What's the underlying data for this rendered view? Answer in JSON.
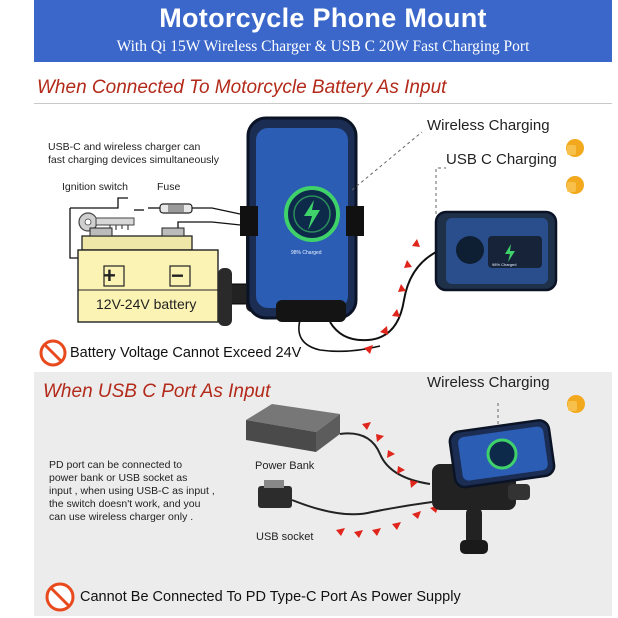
{
  "banner": {
    "title": "Motorcycle Phone Mount",
    "subtitle": "With Qi 15W Wireless Charger & USB C 20W Fast Charging Port",
    "bg_color": "#3a67c9"
  },
  "top_section": {
    "heading": "When Connected To Motorcycle Battery As Input",
    "note_line1": "USB-C and wireless charger can",
    "note_line2": "fast charging devices simultaneously",
    "ignition_label": "Ignition switch",
    "fuse_label": "Fuse",
    "battery_label": "12V-24V battery",
    "battery_plus": "+",
    "battery_minus": "−",
    "wireless_label": "Wireless Charging",
    "usbc_label": "USB C Charging",
    "phone_screen_text": "98% Charged",
    "phone2_screen_text": "98% Charged",
    "warning": "Battery Voltage Cannot Exceed 24V"
  },
  "bottom_section": {
    "heading": "When USB C Port As Input",
    "wireless_label": "Wireless Charging",
    "desc_line1": "PD port can be connected to",
    "desc_line2": "power bank or USB socket as",
    "desc_line3": "input , when using USB-C as input ,",
    "desc_line4": "the switch doesn't work, and you",
    "desc_line5": "can use wireless charger only .",
    "power_bank_label": "Power Bank",
    "usb_socket_label": "USB socket",
    "warning": "Cannot Be Connected To PD Type-C Port As Power Supply"
  },
  "colors": {
    "accent_red": "#b32a1a",
    "arrow_red": "#e0261c",
    "charge_green": "#3fd16a",
    "thumb_gold": "#f2a91e"
  }
}
